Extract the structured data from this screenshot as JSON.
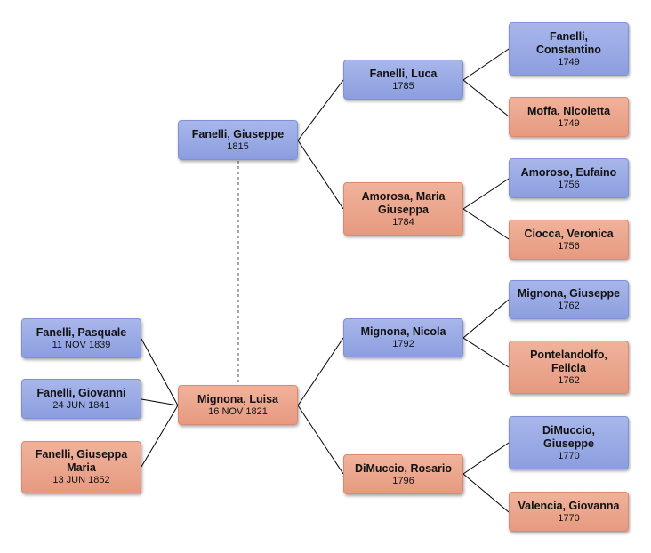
{
  "colors": {
    "male": "#93a5e4",
    "female": "#eba189",
    "line": "#000000"
  },
  "people": {
    "child1": {
      "name": "Fanelli, Pasquale",
      "date": "11 NOV 1839",
      "sex": "male"
    },
    "child2": {
      "name": "Fanelli, Giovanni",
      "date": "24 JUN 1841",
      "sex": "male"
    },
    "child3": {
      "name": "Fanelli, Giuseppa Maria",
      "date": "13 JUN 1852",
      "sex": "female"
    },
    "father": {
      "name": "Fanelli, Giuseppe",
      "date": "1815",
      "sex": "male"
    },
    "mother": {
      "name": "Mignona, Luisa",
      "date": "16 NOV 1821",
      "sex": "female"
    },
    "pgf": {
      "name": "Fanelli, Luca",
      "date": "1785",
      "sex": "male"
    },
    "pgm": {
      "name": "Amorosa, Maria Giuseppa",
      "date": "1784",
      "sex": "female"
    },
    "mgf": {
      "name": "Mignona, Nicola",
      "date": "1792",
      "sex": "male"
    },
    "mgm": {
      "name": "DiMuccio, Rosario",
      "date": "1796",
      "sex": "female"
    },
    "ggp1": {
      "name": "Fanelli, Constantino",
      "date": "1749",
      "sex": "male"
    },
    "ggp2": {
      "name": "Moffa, Nicoletta",
      "date": "1749",
      "sex": "female"
    },
    "ggp3": {
      "name": "Amoroso, Eufaino",
      "date": "1756",
      "sex": "male"
    },
    "ggp4": {
      "name": "Ciocca, Veronica",
      "date": "1756",
      "sex": "female"
    },
    "ggp5": {
      "name": "Mignona, Giuseppe",
      "date": "1762",
      "sex": "male"
    },
    "ggp6": {
      "name": "Pontelandolfo, Felicia",
      "date": "1762",
      "sex": "female"
    },
    "ggp7": {
      "name": "DiMuccio, Giuseppe",
      "date": "1770",
      "sex": "male"
    },
    "ggp8": {
      "name": "Valencia, Giovanna",
      "date": "1770",
      "sex": "female"
    }
  }
}
